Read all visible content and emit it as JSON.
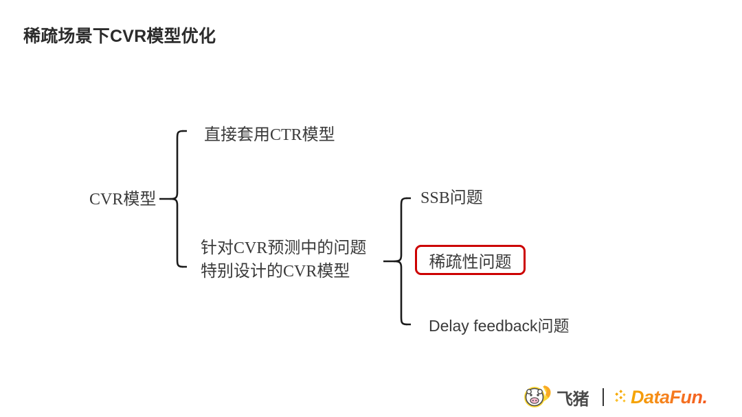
{
  "slide": {
    "title": "稀疏场景下CVR模型优化",
    "background_color": "#ffffff",
    "text_color": "#3a3a3a",
    "highlight_color": "#cc0000"
  },
  "diagram": {
    "root": {
      "label": "CVR模型"
    },
    "branches": [
      {
        "label": "直接套用CTR模型"
      },
      {
        "label_line1": "针对CVR预测中的问题",
        "label_line2": "特别设计的CVR模型"
      }
    ],
    "sub_branches": [
      {
        "label": "SSB问题",
        "highlighted": false
      },
      {
        "label": "稀疏性问题",
        "highlighted": true
      },
      {
        "label_latin": "Delay feedback",
        "label_cn": "问题",
        "highlighted": false
      }
    ]
  },
  "footer": {
    "fliggy": {
      "wordmark": "飞猪",
      "icon": "fliggy-pig-icon",
      "color": "#f9a825"
    },
    "divider": "|",
    "datafun": {
      "wordmark": "DataFun.",
      "icon": "datafun-dots-icon",
      "color_start": "#f5a800",
      "color_end": "#f4591f"
    }
  }
}
